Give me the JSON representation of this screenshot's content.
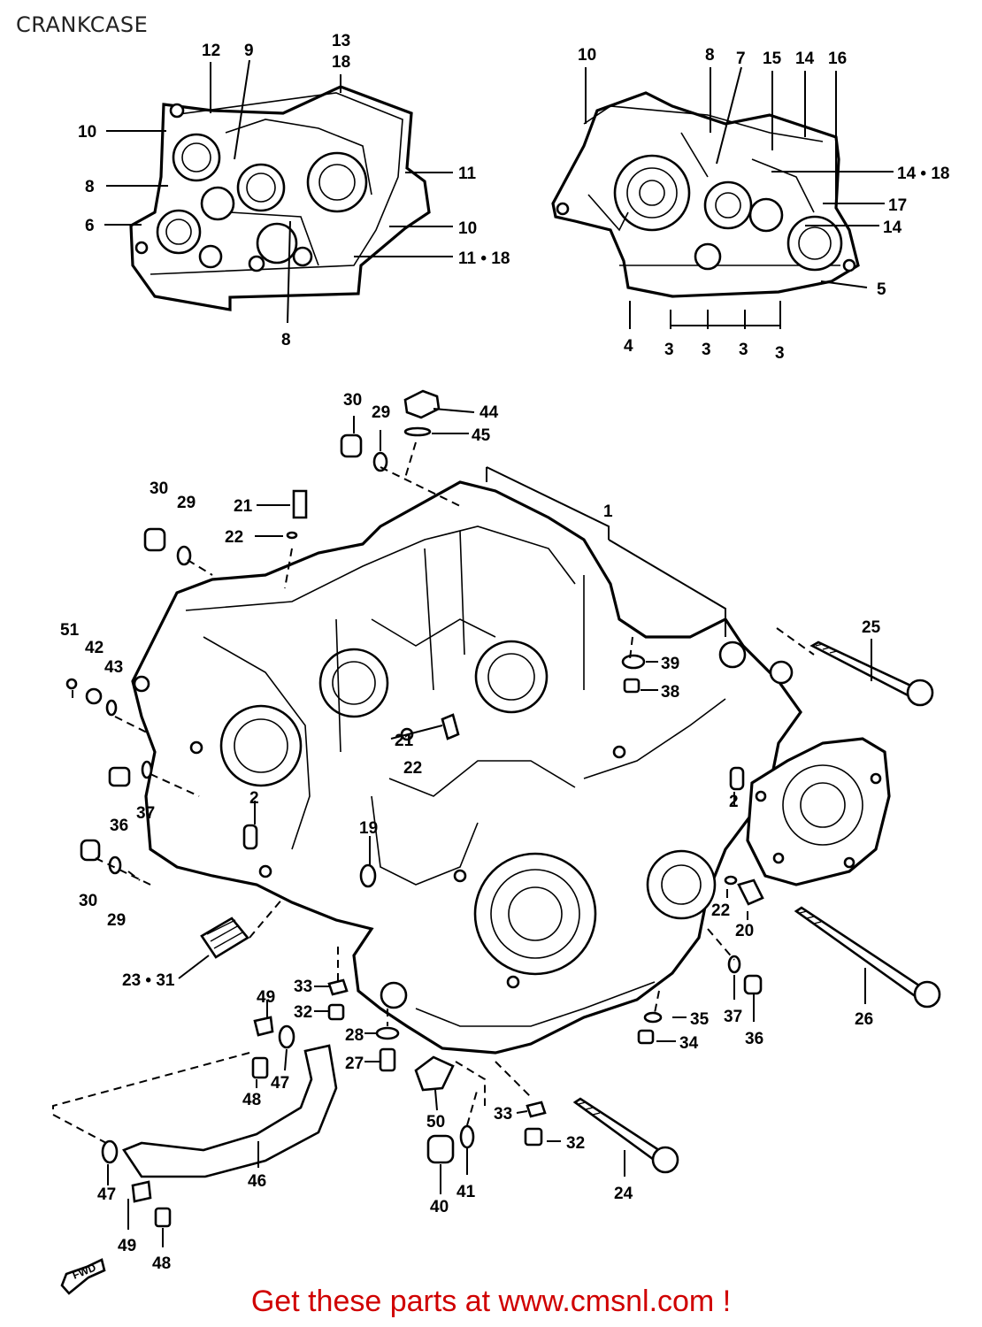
{
  "title": "CRANKCASE",
  "footer": "Get these parts at www.cmsnl.com !",
  "front_marker": "FWD",
  "callouts": {
    "upper_left": [
      "12",
      "9",
      "13",
      "18",
      "10",
      "8",
      "6",
      "11",
      "10",
      "11 • 18",
      "8"
    ],
    "upper_right": [
      "10",
      "8",
      "7",
      "15",
      "14",
      "16",
      "14 • 18",
      "17",
      "14",
      "5",
      "4",
      "3",
      "3",
      "3",
      "3"
    ],
    "main": [
      "30",
      "29",
      "44",
      "45",
      "30",
      "29",
      "21",
      "22",
      "1",
      "51",
      "42",
      "43",
      "25",
      "39",
      "38",
      "21",
      "22",
      "36",
      "37",
      "2",
      "19",
      "2",
      "30",
      "29",
      "22",
      "20",
      "23 • 31",
      "33",
      "32",
      "28",
      "27",
      "49",
      "47",
      "48",
      "50",
      "33",
      "32",
      "35",
      "34",
      "37",
      "36",
      "26",
      "46",
      "47",
      "49",
      "48",
      "40",
      "41",
      "24"
    ]
  }
}
